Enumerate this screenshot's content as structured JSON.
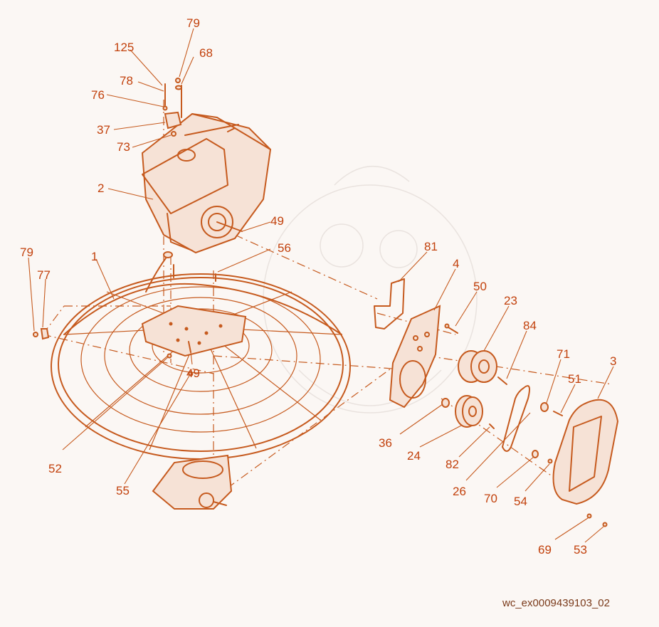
{
  "diagram": {
    "reference_id": "wc_ex0009439103_02",
    "callouts": [
      "79",
      "68",
      "125",
      "78",
      "76",
      "37",
      "73",
      "2",
      "49",
      "56",
      "1",
      "79",
      "77",
      "52",
      "55",
      "49",
      "81",
      "4",
      "50",
      "23",
      "84",
      "71",
      "51",
      "3",
      "36",
      "24",
      "82",
      "26",
      "70",
      "54",
      "69",
      "53"
    ]
  },
  "colors": {
    "line": "#c65a1e",
    "label": "#c2410c",
    "background": "#fbf7f4"
  }
}
